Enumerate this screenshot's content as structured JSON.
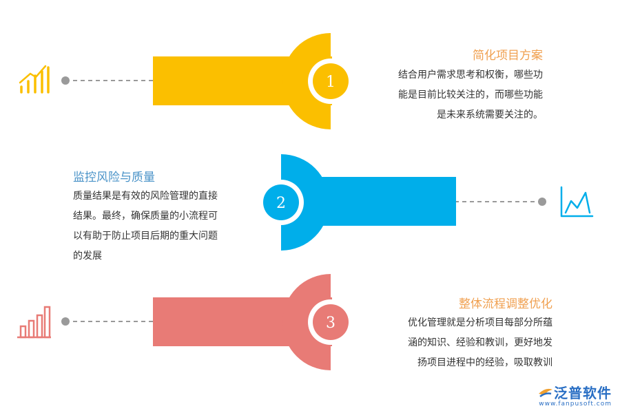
{
  "steps": [
    {
      "number": "1",
      "title": "简化项目方案",
      "color": "#FBBF00",
      "title_color": "#F0A050",
      "icon": "bar-chart-rising-icon",
      "lines": [
        "结合用户需求思考和权衡，哪些功",
        "能是目前比较关注的，而哪些功能",
        "是未来系统需要关注的。"
      ]
    },
    {
      "number": "2",
      "title": "监控风险与质量",
      "color": "#00AEEA",
      "title_color": "#4A93C8",
      "icon": "area-chart-icon",
      "lines": [
        "质量结果是有效的风险管理的直接",
        "结果。最终，确保质量的小流程可",
        "以有助于防止项目后期的重大问题",
        "的发展"
      ]
    },
    {
      "number": "3",
      "title": "整体流程调整优化",
      "color": "#E87B76",
      "title_color": "#F0A050",
      "icon": "bar-chart-icon",
      "lines": [
        "优化管理就是分析项目每部分所蕴",
        "涵的知识、经验和教训，更好地发",
        "扬项目进程中的经验，吸取教训"
      ]
    }
  ],
  "logo": {
    "name": "泛普软件",
    "url": "www.fanpusoft.com"
  }
}
